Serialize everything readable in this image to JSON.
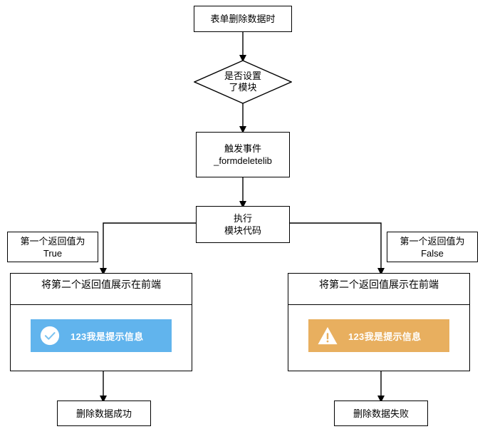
{
  "diagram": {
    "type": "flowchart",
    "title_node": {
      "label": "表单删除数据时"
    },
    "decision": {
      "line1": "是否设置",
      "line2": "了模块"
    },
    "trigger": {
      "line1": "触发事件",
      "line2": "_formdeletelib"
    },
    "execute": {
      "line1": "执行",
      "line2": "模块代码"
    },
    "branches": {
      "left": {
        "condition_line1": "第一个返回值为",
        "condition_line2": "True",
        "panel_header": "将第二个返回值展示在前端",
        "toast_text": "123我是提示信息",
        "toast_icon": "check-circle-icon",
        "toast_color": "#61b4ed",
        "result": "删除数据成功"
      },
      "right": {
        "condition_line1": "第一个返回值为",
        "condition_line2": "False",
        "panel_header": "将第二个返回值展示在前端",
        "toast_text": "123我是提示信息",
        "toast_icon": "warning-triangle-icon",
        "toast_color": "#e8af5f",
        "result": "删除数据失败"
      }
    },
    "stroke_color": "#000000",
    "background_color": "#ffffff"
  }
}
